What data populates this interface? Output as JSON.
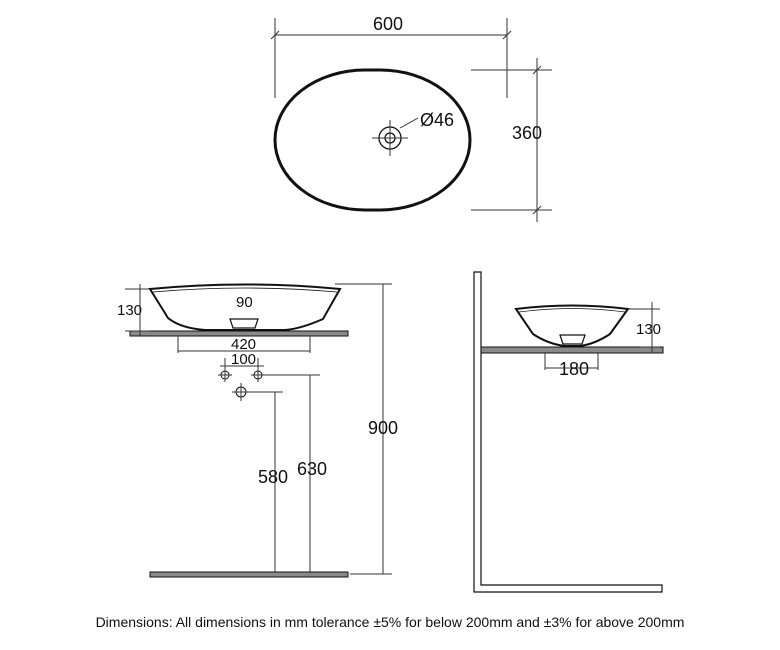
{
  "top_view": {
    "width_label": "600",
    "depth_label": "360",
    "waste_label": "Ø46"
  },
  "front_view": {
    "bowl_height_label": "130",
    "waste_gap_label": "90",
    "base_label": "420",
    "tap_spacing_label": "100",
    "inlet_height_label": "580",
    "waste_height_label": "630",
    "counter_height_label": "900"
  },
  "side_view": {
    "bowl_height_label": "130",
    "base_label": "180"
  },
  "footer": {
    "note": "Dimensions: All dimensions in mm tolerance ±5% for below 200mm and ±3% for above 200mm"
  },
  "colors": {
    "line": "#111111",
    "dimension_line": "#333333",
    "countertop": "#8a8a8a"
  }
}
